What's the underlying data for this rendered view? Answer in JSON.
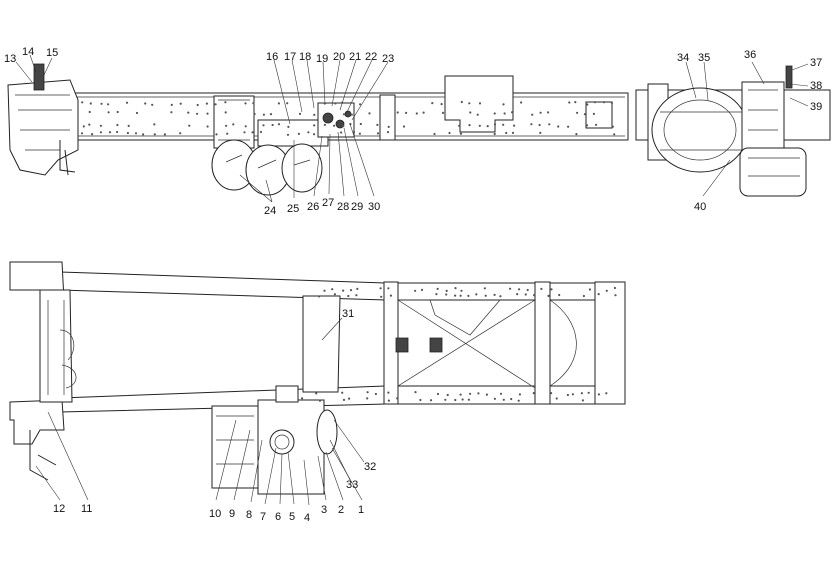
{
  "callouts": [
    {
      "id": "c1",
      "text": "1"
    },
    {
      "id": "c2",
      "text": "2"
    },
    {
      "id": "c3",
      "text": "3"
    },
    {
      "id": "c4",
      "text": "4"
    },
    {
      "id": "c5",
      "text": "5"
    },
    {
      "id": "c6",
      "text": "6"
    },
    {
      "id": "c7",
      "text": "7"
    },
    {
      "id": "c8",
      "text": "8"
    },
    {
      "id": "c9",
      "text": "9"
    },
    {
      "id": "c10",
      "text": "10"
    },
    {
      "id": "c11",
      "text": "11"
    },
    {
      "id": "c12",
      "text": "12"
    },
    {
      "id": "c13",
      "text": "13"
    },
    {
      "id": "c14",
      "text": "14"
    },
    {
      "id": "c15",
      "text": "15"
    },
    {
      "id": "c16",
      "text": "16"
    },
    {
      "id": "c17",
      "text": "17"
    },
    {
      "id": "c18",
      "text": "18"
    },
    {
      "id": "c19",
      "text": "19"
    },
    {
      "id": "c20",
      "text": "20"
    },
    {
      "id": "c21",
      "text": "21"
    },
    {
      "id": "c22",
      "text": "22"
    },
    {
      "id": "c23",
      "text": "23"
    },
    {
      "id": "c24",
      "text": "24"
    },
    {
      "id": "c25",
      "text": "25"
    },
    {
      "id": "c26",
      "text": "26"
    },
    {
      "id": "c27",
      "text": "27"
    },
    {
      "id": "c28",
      "text": "28"
    },
    {
      "id": "c29",
      "text": "29"
    },
    {
      "id": "c30",
      "text": "30"
    },
    {
      "id": "c31",
      "text": "31"
    },
    {
      "id": "c32",
      "text": "32"
    },
    {
      "id": "c33",
      "text": "33"
    },
    {
      "id": "c34",
      "text": "34"
    },
    {
      "id": "c35",
      "text": "35"
    },
    {
      "id": "c36",
      "text": "36"
    },
    {
      "id": "c37",
      "text": "37"
    },
    {
      "id": "c38",
      "text": "38"
    },
    {
      "id": "c39",
      "text": "39"
    },
    {
      "id": "c40",
      "text": "40"
    }
  ]
}
